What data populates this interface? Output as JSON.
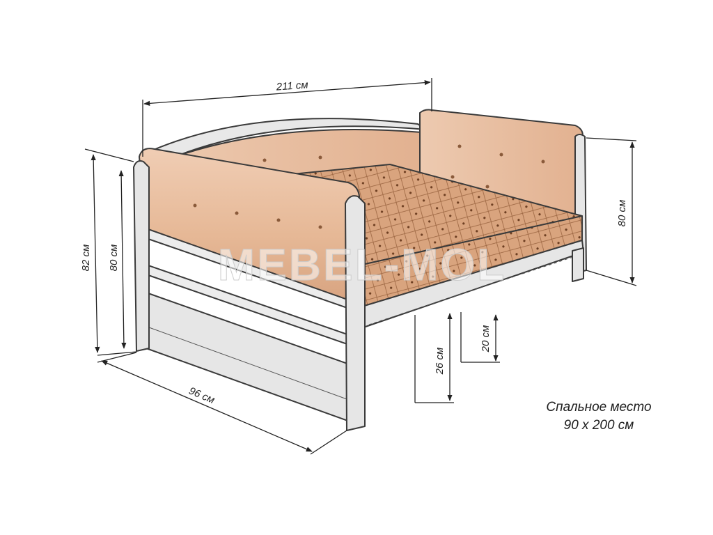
{
  "dimensions": {
    "length": "211 см",
    "height_front": "82 см",
    "height_inner": "80 см",
    "height_back": "80 см",
    "depth": "96 см",
    "clearance_low": "26 см",
    "clearance_high": "20 см"
  },
  "caption": {
    "line1": "Спальное место",
    "line2": "90 x 200 см"
  },
  "watermark": "MEBEL-MOL",
  "colors": {
    "frame": "#e6e6e6",
    "frame_stroke": "#3a3a3a",
    "upholstery": "#e7bd9f",
    "upholstery_dark": "#cf9a78",
    "mattress": "#d6a27c",
    "mattress_pattern": "#7a4a2a"
  }
}
